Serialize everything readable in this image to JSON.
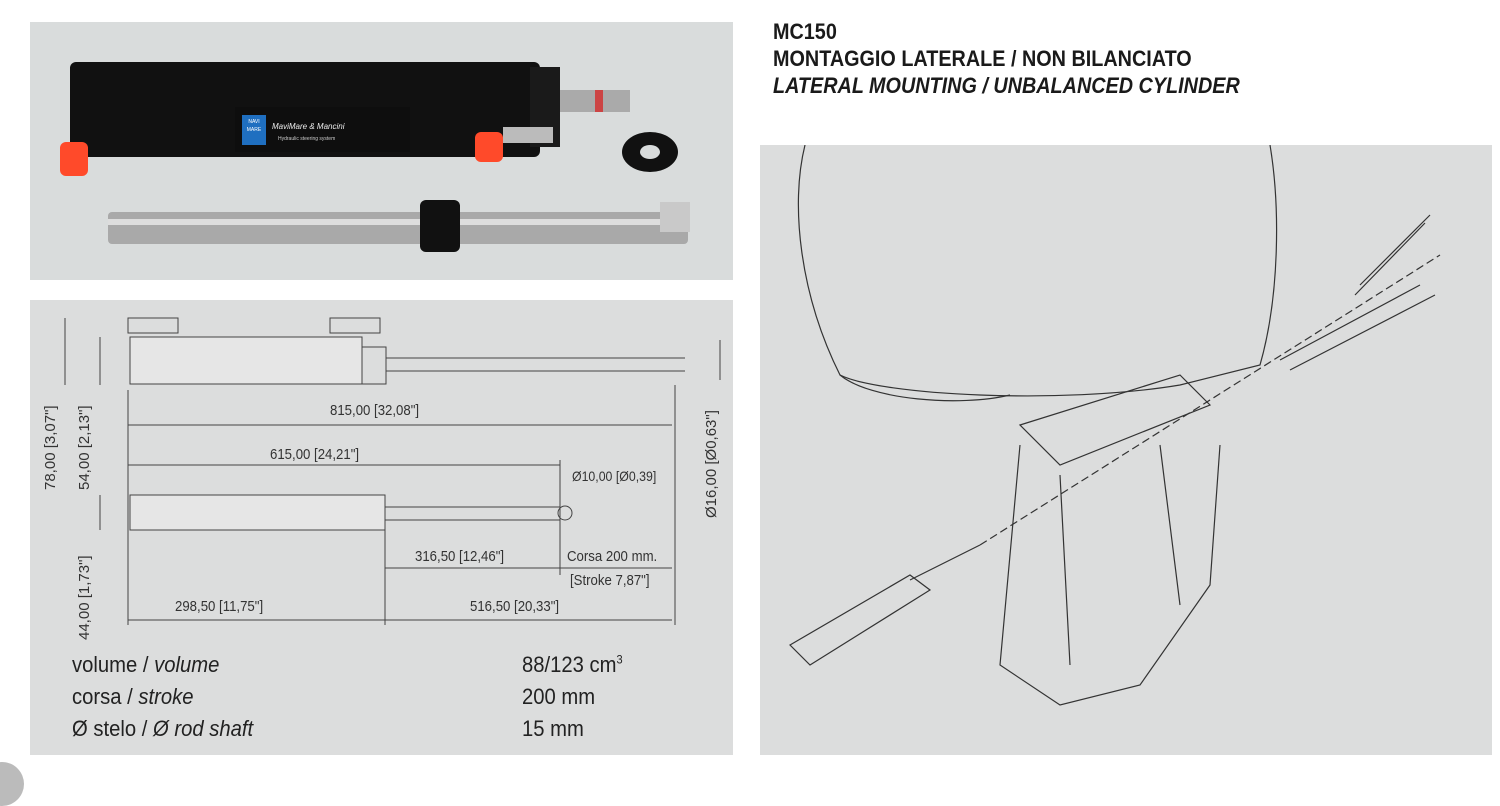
{
  "header": {
    "model": "MC150",
    "title_it": "MONTAGGIO LATERALE / NON BILANCIATO",
    "title_en": "LATERAL MOUNTING / UNBALANCED CYLINDER"
  },
  "photo": {
    "logo_mark": "NAVI MARE",
    "brand": "MaviMare & Mancini",
    "brand_sub": "Hydraulic steering system"
  },
  "drawing": {
    "dims": {
      "overall": "815,00 [32,08\"]",
      "retracted": "615,00 [24,21\"]",
      "rod_hole": "Ø10,00 [Ø0,39]",
      "rod_ext": "316,50 [12,46\"]",
      "stroke_it": "Corsa 200 mm.",
      "stroke_en": "[Stroke 7,87\"]",
      "body": "298,50 [11,75\"]",
      "rod_total": "516,50 [20,33\"]",
      "height_total": "78,00 [3,07\"]",
      "height_body": "54,00 [2,13\"]",
      "width": "44,00 [1,73\"]",
      "rod_diam": "Ø16,00 [Ø0,63\"]"
    },
    "specs": [
      {
        "label_it": "volume /",
        "label_en": "volume",
        "value": "88/123 cm",
        "sup": "3"
      },
      {
        "label_it": "corsa /",
        "label_en": "stroke",
        "value": "200 mm",
        "sup": ""
      },
      {
        "label_it": "Ø  stelo /",
        "label_en": "Ø rod shaft",
        "value": "15 mm",
        "sup": ""
      }
    ]
  }
}
